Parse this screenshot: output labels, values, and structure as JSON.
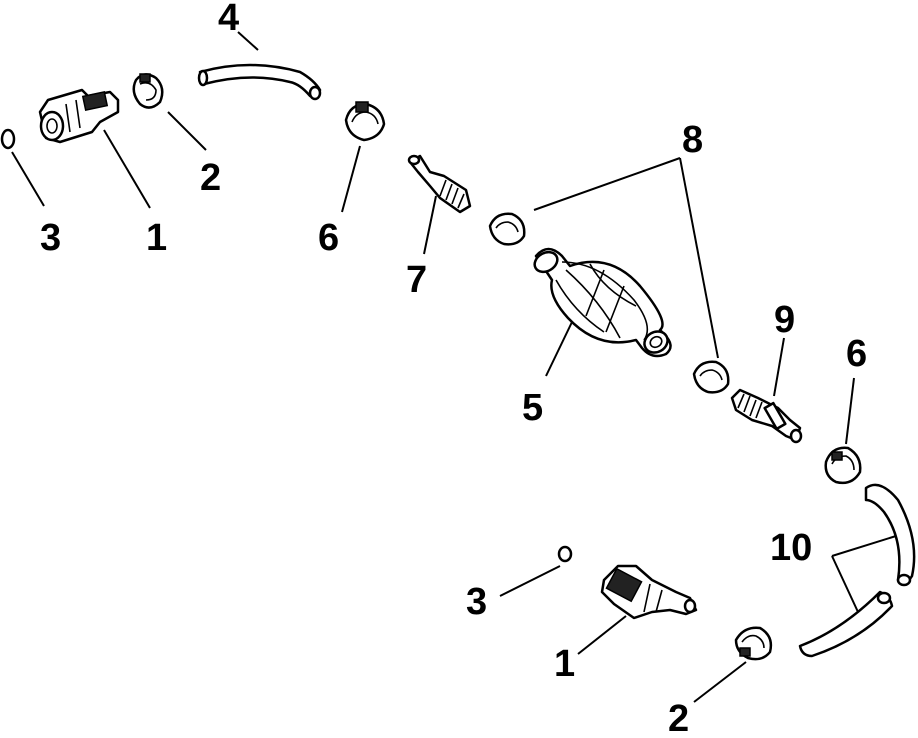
{
  "callouts": {
    "c1_top": "1",
    "c2_top": "2",
    "c3_top": "3",
    "c4": "4",
    "c5": "5",
    "c6_top": "6",
    "c7": "7",
    "c8": "8",
    "c9": "9",
    "c6_right": "6",
    "c10": "10",
    "c3_bottom": "3",
    "c1_bottom": "1",
    "c2_bottom": "2"
  }
}
